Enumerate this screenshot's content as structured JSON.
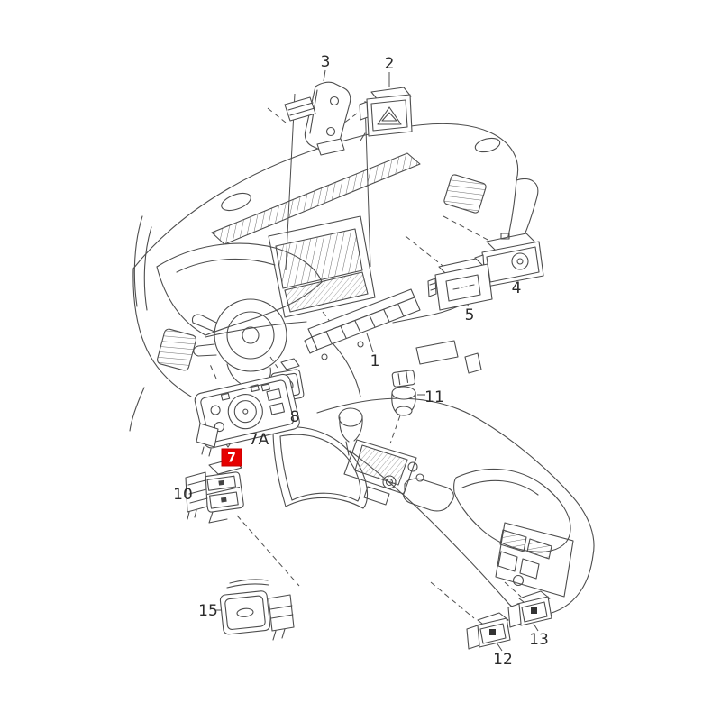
{
  "image": {
    "kind": "exploded-parts-diagram",
    "subject": "dashboard and center console switches",
    "background_color": "#ffffff",
    "line_color": "#4d4d4d",
    "highlight": {
      "part": "7",
      "box_color": "#e60000",
      "text_color": "#ffffff"
    }
  },
  "part_labels": {
    "p1": "1",
    "p2": "2",
    "p3": "3",
    "p4": "4",
    "p5": "5",
    "p7": "7",
    "p7a": "7A",
    "p8": "8",
    "p10": "10",
    "p11": "11",
    "p12": "12",
    "p13": "13",
    "p15": "15"
  }
}
